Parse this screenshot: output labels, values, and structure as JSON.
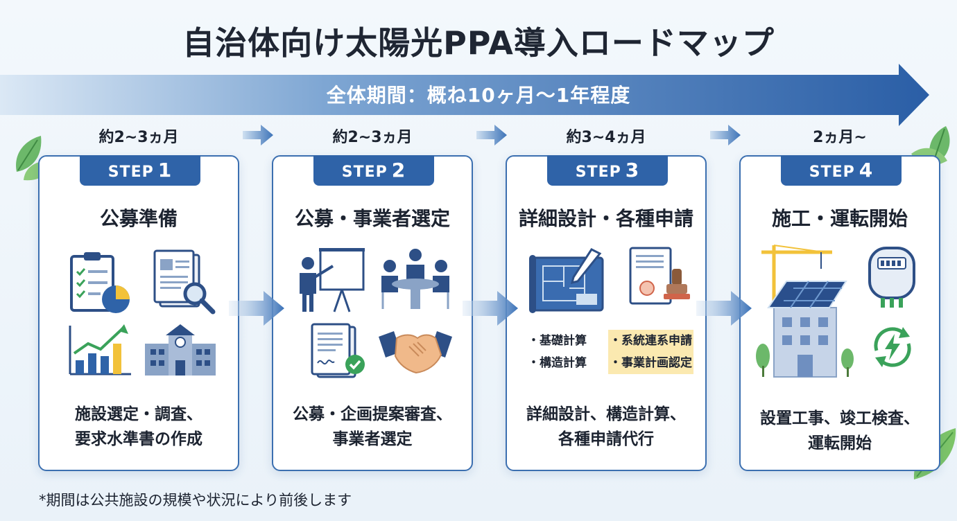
{
  "title": "自治体向け太陽光PPA導入ロードマップ",
  "banner": "全体期間：概ね10ヶ月～1年程度",
  "steps": [
    {
      "period": "約2~3ヵ月",
      "badge": "STEP",
      "num": "1",
      "title": "公募準備",
      "desc": [
        "施設選定・調査、",
        "要求水準書の作成"
      ]
    },
    {
      "period": "約2~3ヵ月",
      "badge": "STEP",
      "num": "2",
      "title": "公募・事業者選定",
      "desc": [
        "公募・企画提案審査、",
        "事業者選定"
      ]
    },
    {
      "period": "約3~4ヵ月",
      "badge": "STEP",
      "num": "3",
      "title": "詳細設計・各種申請",
      "tasks": [
        "・基礎計算",
        "・系統連系申請",
        "・構造計算",
        "・事業計画認定"
      ],
      "desc": [
        "詳細設計、構造計算、",
        "各種申請代行"
      ]
    },
    {
      "period": "2ヵ月~",
      "badge": "STEP",
      "num": "4",
      "title": "施工・運転開始",
      "desc": [
        "設置工事、竣工検査、",
        "運転開始"
      ]
    }
  ],
  "footnote": "*期間は公共施設の規模や状況により前後します",
  "colors": {
    "primary": "#2f63a8",
    "accent": "#f2c23a",
    "green": "#3aa25a"
  }
}
